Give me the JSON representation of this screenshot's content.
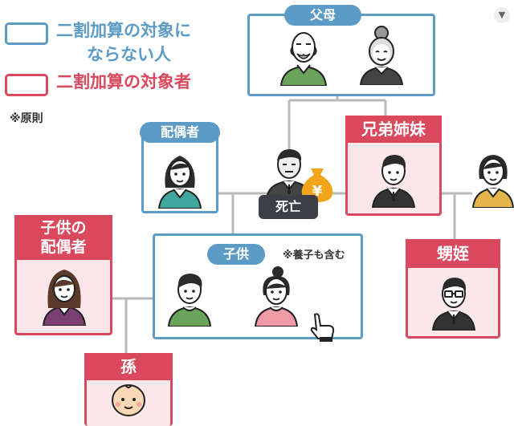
{
  "legend": {
    "not_target_line1": "二割加算の対象に",
    "not_target_line2": "ならない人",
    "target": "二割加算の対象者",
    "principle_note": "※原則"
  },
  "nodes": {
    "parents": "父母",
    "spouse": "配偶者",
    "deceased": "死亡",
    "siblings": "兄弟姉妹",
    "child_spouse_line1": "子供の",
    "child_spouse_line2": "配偶者",
    "children": "子供",
    "adopted_note": "※養子も含む",
    "nephew_niece": "甥姪",
    "grandchild": "孫",
    "money_symbol": "¥"
  },
  "colors": {
    "non_target_blue": "#5c9bc6",
    "target_red": "#d9485c",
    "target_fill": "#fbe6ea",
    "connector_gray": "#b9b9b9"
  },
  "icons": [
    "grandfather-icon",
    "grandmother-icon",
    "spouse-woman-icon",
    "deceased-man-icon",
    "money-bag-icon",
    "sibling-man-icon",
    "sibling-wife-icon",
    "child-spouse-woman-icon",
    "son-icon",
    "daughter-icon",
    "nephew-icon",
    "baby-icon",
    "hand-cursor-icon",
    "menu-chevron-icon"
  ]
}
